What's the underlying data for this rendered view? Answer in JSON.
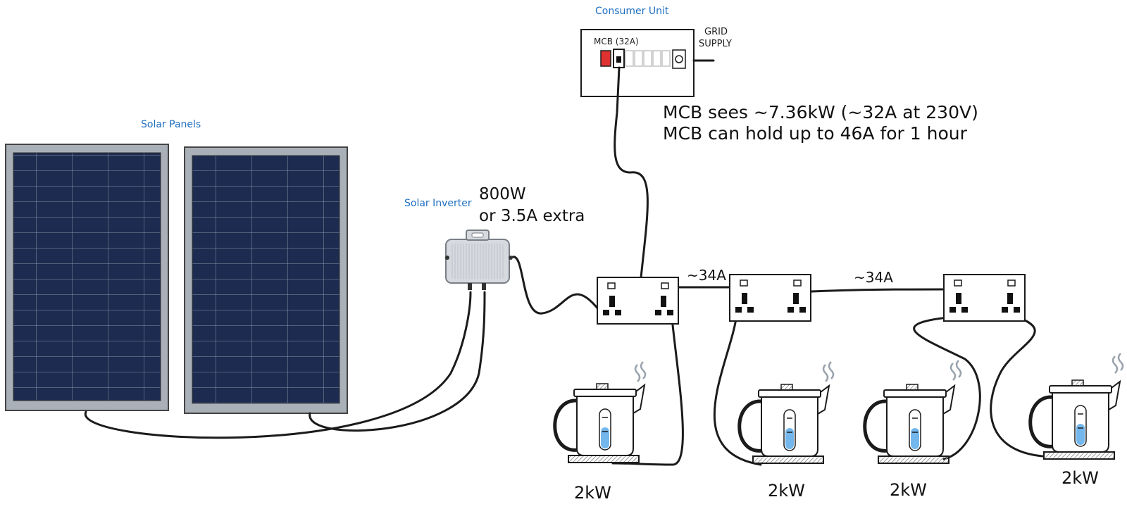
{
  "labels": {
    "consumer_unit": "Consumer Unit",
    "mcb_rating": "MCB (32A)",
    "grid_line1": "GRID",
    "grid_line2": "SUPPLY",
    "mcb_note_line1": "MCB sees ~7.36kW (~32A at 230V)",
    "mcb_note_line2": "MCB can hold up to 46A for 1 hour",
    "solar_panels": "Solar Panels",
    "solar_inverter": "Solar Inverter",
    "inverter_output_line1": "800W",
    "inverter_output_line2": "or 3.5A extra",
    "current_link_1": "~34A",
    "current_link_2": "~34A"
  },
  "kettles": [
    {
      "power": "2kW"
    },
    {
      "power": "2kW"
    },
    {
      "power": "2kW"
    },
    {
      "power": "2kW"
    }
  ],
  "colors": {
    "label_blue": "#1f6fc0",
    "panel_cell": "#1c2b4f",
    "panel_frame": "#aab0b8",
    "breaker_red": "#e03131",
    "water_blue": "#74b7ec",
    "inverter_body": "#d6d9de"
  },
  "icons": {
    "solar_panel": "solar-panel-icon",
    "inverter": "inverter-icon",
    "socket": "double-socket-icon",
    "kettle": "kettle-icon",
    "steam": "steam-icon",
    "breaker": "breaker-icon"
  }
}
